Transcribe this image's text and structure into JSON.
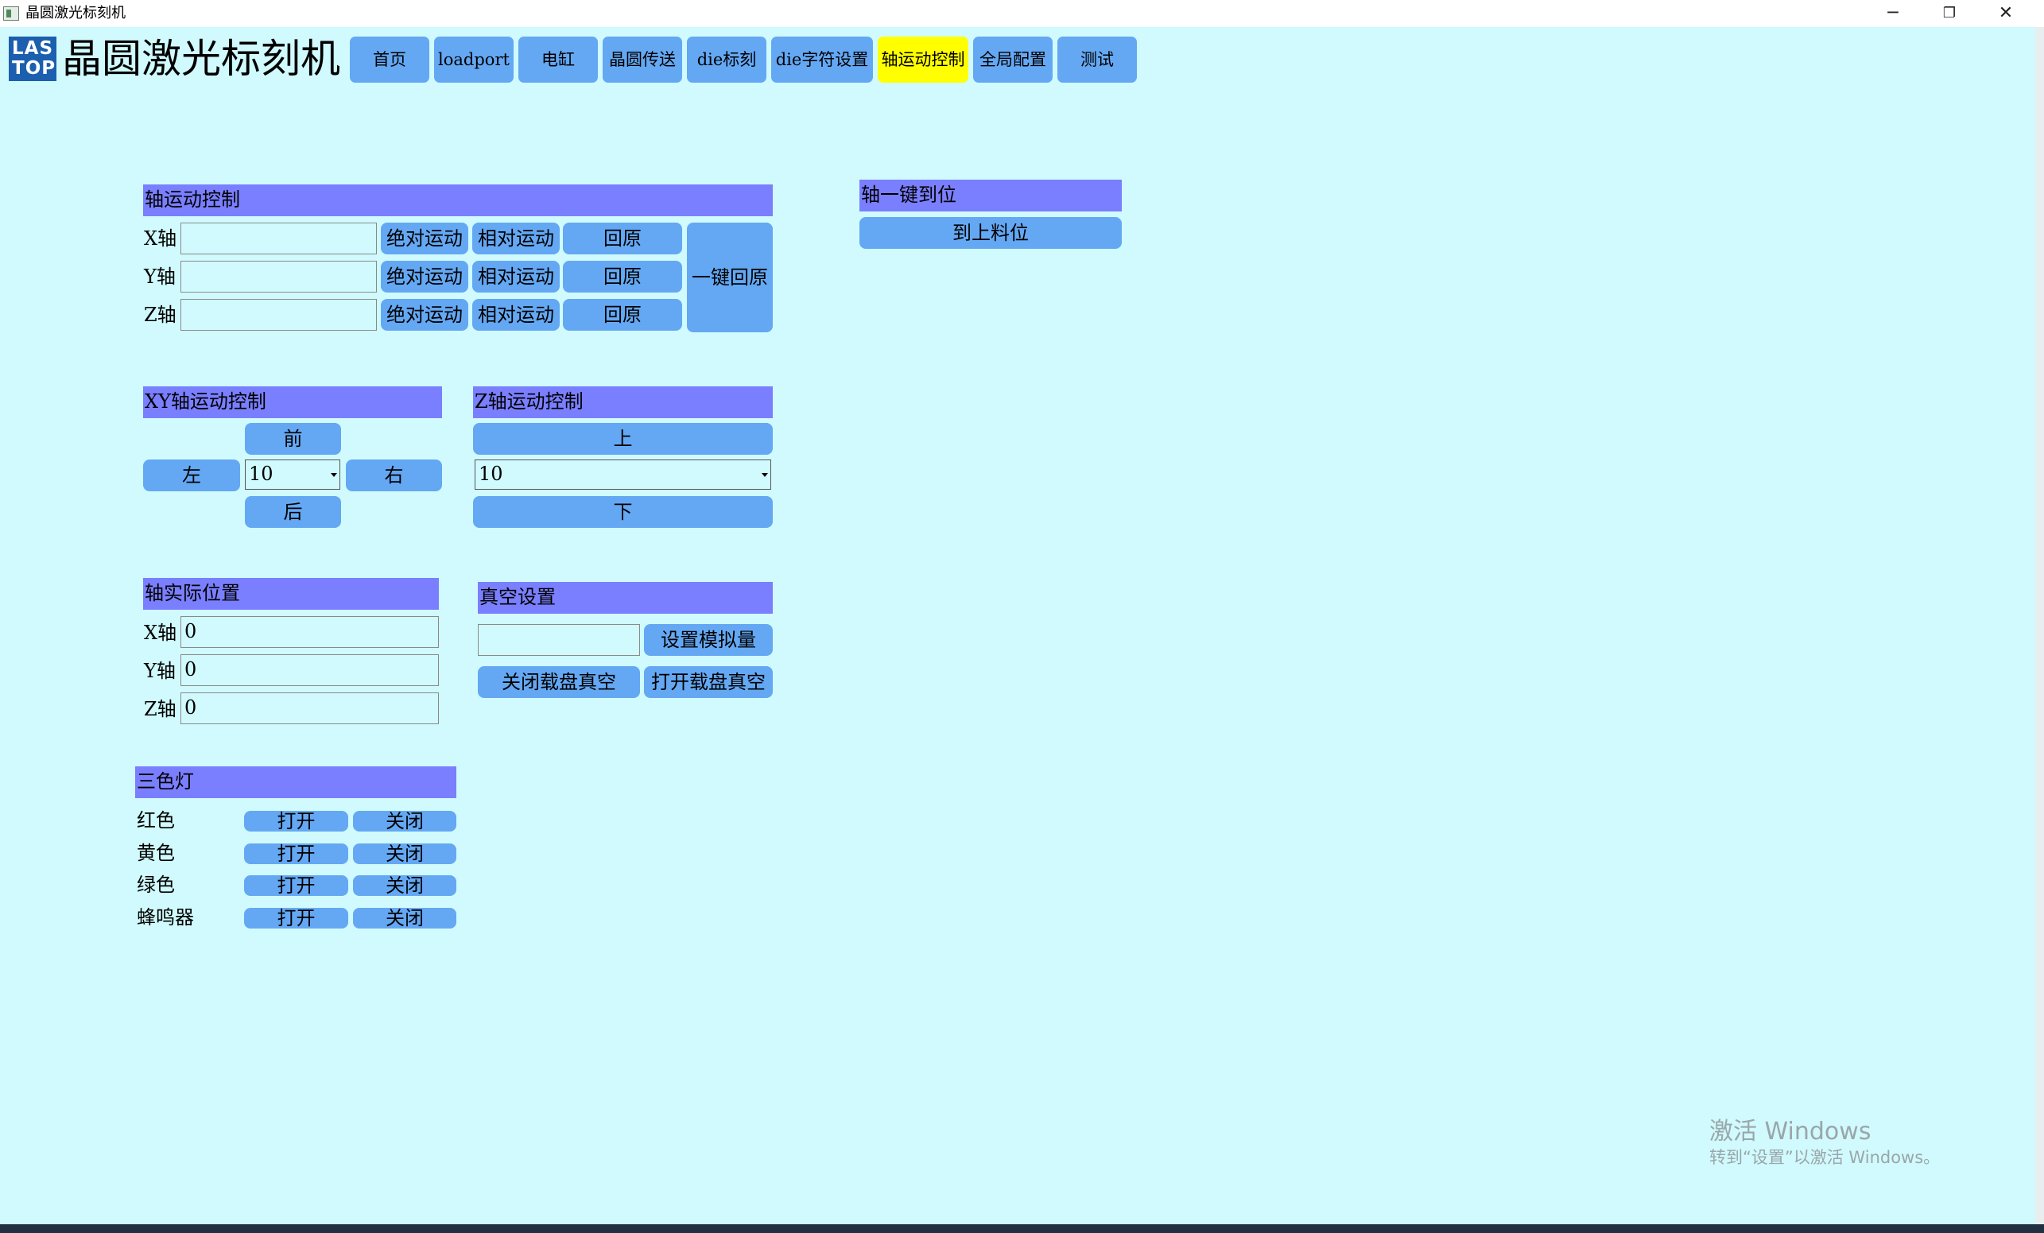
{
  "window": {
    "title": "晶圆激光标刻机",
    "minimize": "─",
    "restore": "❐",
    "close": "✕"
  },
  "logo": {
    "line1": "LAS",
    "line2": "TOP"
  },
  "app_title": "晶圆激光标刻机",
  "nav": [
    {
      "label": "首页"
    },
    {
      "label": "loadport"
    },
    {
      "label": "电缸"
    },
    {
      "label": "晶圆传送"
    },
    {
      "label": "die标刻"
    },
    {
      "label": "die字符设置"
    },
    {
      "label": "轴运动控制",
      "active": true
    },
    {
      "label": "全局配置"
    },
    {
      "label": "测试"
    }
  ],
  "axis_motion": {
    "header": "轴运动控制",
    "rows": [
      {
        "axis": "X轴",
        "value": "",
        "abs": "绝对运动",
        "rel": "相对运动",
        "home": "回原"
      },
      {
        "axis": "Y轴",
        "value": "",
        "abs": "绝对运动",
        "rel": "相对运动",
        "home": "回原"
      },
      {
        "axis": "Z轴",
        "value": "",
        "abs": "绝对运动",
        "rel": "相对运动",
        "home": "回原"
      }
    ],
    "home_all": "一键回原"
  },
  "one_key": {
    "header": "轴一键到位",
    "button": "到上料位"
  },
  "xy_motion": {
    "header": "XY轴运动控制",
    "forward": "前",
    "left": "左",
    "right": "右",
    "back": "后",
    "step": "10"
  },
  "z_motion": {
    "header": "Z轴运动控制",
    "up": "上",
    "down": "下",
    "step": "10"
  },
  "actual_pos": {
    "header": "轴实际位置",
    "rows": [
      {
        "axis": "X轴",
        "value": "0"
      },
      {
        "axis": "Y轴",
        "value": "0"
      },
      {
        "axis": "Z轴",
        "value": "0"
      }
    ]
  },
  "vacuum": {
    "header": "真空设置",
    "value": "",
    "set_analog": "设置模拟量",
    "close_tray": "关闭载盘真空",
    "open_tray": "打开载盘真空"
  },
  "tricolor": {
    "header": "三色灯",
    "rows": [
      {
        "name": "红色",
        "on": "打开",
        "off": "关闭"
      },
      {
        "name": "黄色",
        "on": "打开",
        "off": "关闭"
      },
      {
        "name": "绿色",
        "on": "打开",
        "off": "关闭"
      },
      {
        "name": "蜂鸣器",
        "on": "打开",
        "off": "关闭"
      }
    ]
  },
  "watermark": {
    "line1": "激活 Windows",
    "line2": "转到“设置”以激活 Windows。"
  }
}
